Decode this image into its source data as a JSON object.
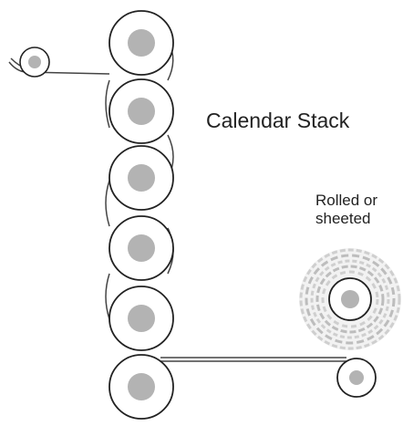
{
  "title": "Calendar Stack",
  "output_label_line1": "Rolled or",
  "output_label_line2": "sheeted",
  "colors": {
    "outline": "#222222",
    "roller_face": "#ffffff",
    "roller_core": "#b3b3b3",
    "web": "#444444",
    "wound_shading": "#cfcfcf"
  },
  "components": {
    "unwind_roll": "supply-roll",
    "calendar_rollers_count": 6,
    "rewind_roll": "wound-roll",
    "take_off_roller": "take-off-roll"
  }
}
